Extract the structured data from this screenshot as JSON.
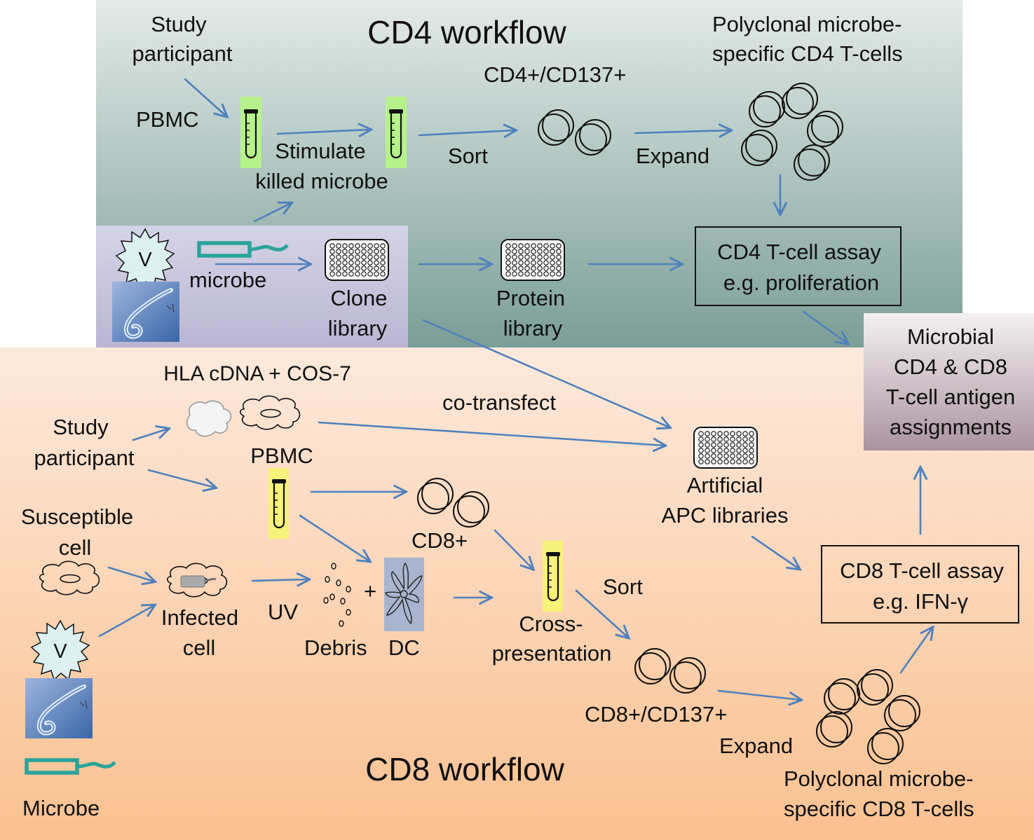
{
  "cd4": {
    "title": "CD4 workflow",
    "study_participant": [
      "Study",
      "participant"
    ],
    "pbmc": "PBMC",
    "stimulate": [
      "Stimulate",
      "killed microbe"
    ],
    "sort": "Sort",
    "marker": "CD4+/CD137+",
    "expand": "Expand",
    "polyclonal": [
      "Polyclonal microbe-",
      "specific CD4 T-cells"
    ],
    "assay": [
      "CD4 T-cell assay",
      "e.g. proliferation"
    ]
  },
  "library": {
    "virus_symbol": "V",
    "microbe": "microbe",
    "clone_library": [
      "Clone",
      "library"
    ],
    "protein_library": [
      "Protein",
      "library"
    ]
  },
  "result": [
    "Microbial",
    "CD4 & CD8",
    "T-cell antigen",
    "assignments"
  ],
  "cd8": {
    "title": "CD8 workflow",
    "hla": "HLA cDNA + COS-7",
    "cotransfect": "co-transfect",
    "study_participant": [
      "Study",
      "participant"
    ],
    "pbmc": "PBMC",
    "susceptible_cell": [
      "Susceptible",
      "cell"
    ],
    "infected_cell": [
      "Infected",
      "cell"
    ],
    "uv": "UV",
    "plus": "+",
    "debris": "Debris",
    "dc": "DC",
    "cd8_plus": "CD8+",
    "cross_presentation": [
      "Cross-",
      "presentation"
    ],
    "sort": "Sort",
    "artificial_apc": [
      "Artificial",
      "APC libraries"
    ],
    "assay": [
      "CD8 T-cell assay",
      "e.g. IFN-γ"
    ],
    "marker": "CD8+/CD137+",
    "expand": "Expand",
    "polyclonal": [
      "Polyclonal microbe-",
      "specific CD8 T-cells"
    ],
    "virus_symbol": "V",
    "microbe": "Microbe"
  },
  "colors": {
    "arrow": "#4f81bd",
    "cd4_panel_top": "#e2e9e7",
    "cd4_panel_bottom": "#7c9f98",
    "library_panel": "#c8c6dd",
    "cd8_panel_top": "#fde6d6",
    "cd8_panel_bottom": "#fac498",
    "result_panel": "#c9bcc3",
    "tube_green_glow": "#b6f28a",
    "tube_yellow_glow": "#f6f27a",
    "virus_fill": "#dcf0f2",
    "gene_teal": "#2aa39a"
  }
}
